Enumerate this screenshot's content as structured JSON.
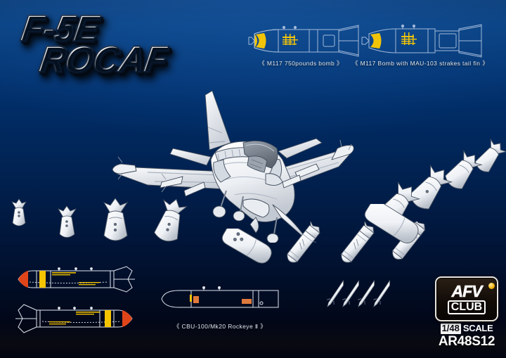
{
  "product": {
    "title_line1": "F-5E",
    "title_line2": "ROCAF",
    "scale_value": "1/48",
    "scale_word": "SCALE",
    "kit_number": "AR48S12",
    "brand_line1": "AFV",
    "brand_line2": "CLUB"
  },
  "colors": {
    "background_top": "#003a7c",
    "background_mid": "#01285d",
    "background_bottom": "#020410",
    "title_silver": "#e9ecef",
    "ordnance_white": "#f2f4f7",
    "line_blue": "#7d9bc4",
    "stencil_yellow": "#f2c200",
    "band_yellow": "#f5c400",
    "nose_orange": "#e0451a",
    "logo_dot": "#f5b40a"
  },
  "captions": [
    {
      "id": "m117-750",
      "text": "《  M117  750pounds bomb  》"
    },
    {
      "id": "m117-mau103",
      "text": "《  M117  Bomb  with   MAU-103  strakes  tail fin  》"
    },
    {
      "id": "cbu100-mk20",
      "text": "《  CBU-100/Mk20   Rockeye  Ⅱ  》"
    }
  ],
  "artwork": {
    "aircraft": "f-5e-tiger-ii-three-quarter-view-line-art",
    "ordnance_groups": [
      {
        "name": "m117-750pound-bomb-blueprint",
        "count": 1
      },
      {
        "name": "m117-mau103-strake-bomb-blueprint",
        "count": 1
      },
      {
        "name": "mk82-bomb-row-left",
        "count": 4
      },
      {
        "name": "mk82-bomb-row-right",
        "count": 4
      },
      {
        "name": "rockeye-dispenser-row",
        "count": 3
      },
      {
        "name": "fuel-tank",
        "count": 1
      },
      {
        "name": "unguided-rocket-group",
        "count": 4
      },
      {
        "name": "cbu-100-dispenser-side-view",
        "count": 2
      },
      {
        "name": "cbu-100-mk20-outline-top-view",
        "count": 1
      }
    ]
  }
}
